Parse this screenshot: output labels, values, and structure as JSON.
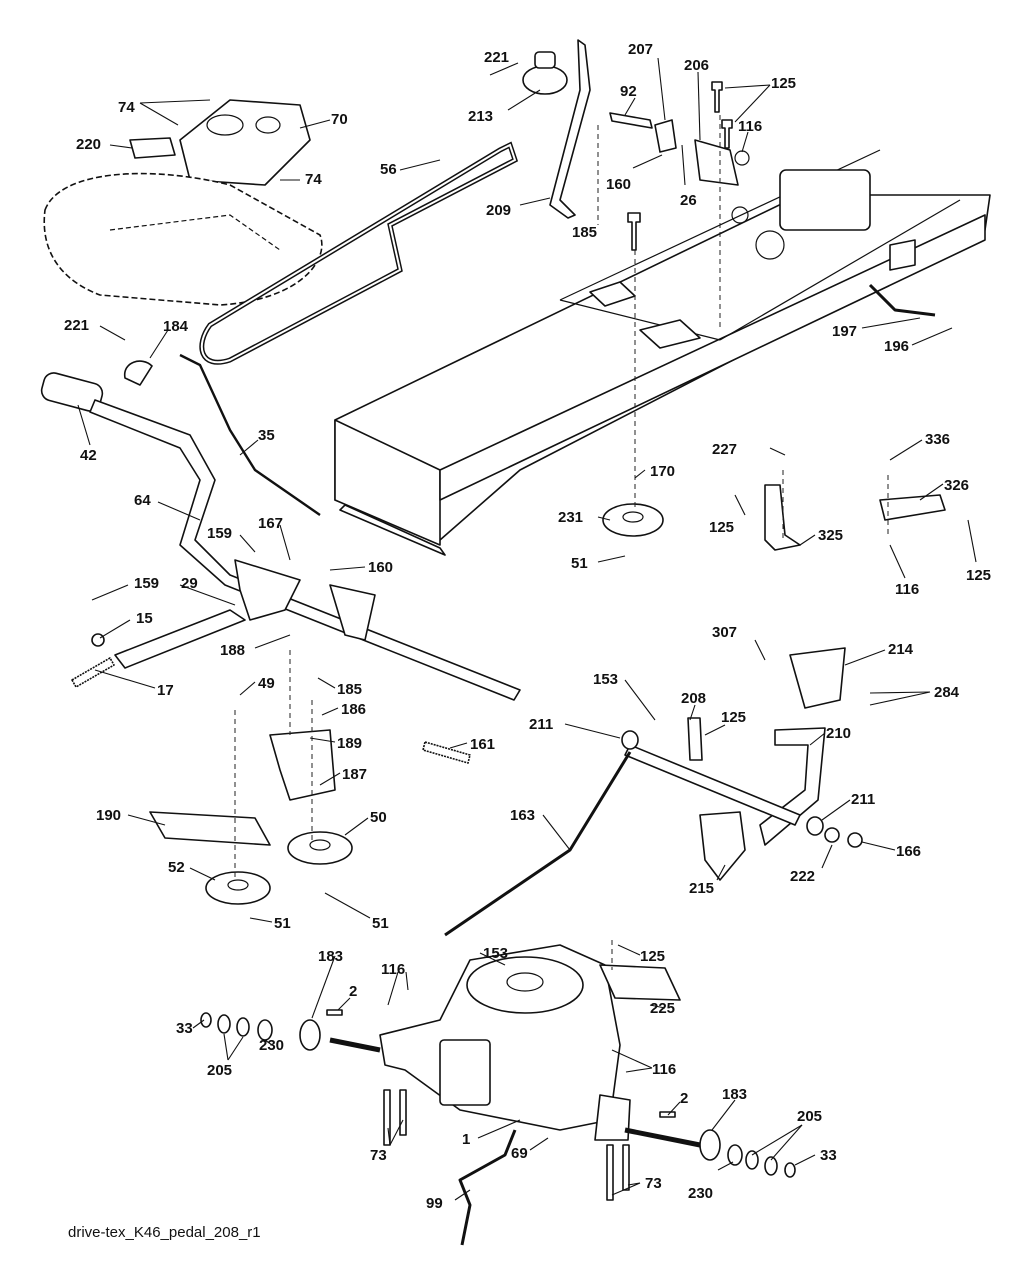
{
  "drawing_id": "drive-tex_K46_pedal_208_r1",
  "callouts": {
    "c221a": "221",
    "c213": "213",
    "c207": "207",
    "c92": "92",
    "c206": "206",
    "c125a": "125",
    "c116a": "116",
    "c160a": "160",
    "c26": "26",
    "c209": "209",
    "c185a": "185",
    "c74a": "74",
    "c70": "70",
    "c220": "220",
    "c74b": "74",
    "c56": "56",
    "c197": "197",
    "c196": "196",
    "c221b": "221",
    "c184": "184",
    "c42": "42",
    "c35": "35",
    "c64": "64",
    "c159a": "159",
    "c167": "167",
    "c160b": "160",
    "c159b": "159",
    "c29": "29",
    "c15": "15",
    "c17": "17",
    "c188": "188",
    "c227": "227",
    "c125b": "125",
    "c325": "325",
    "c170": "170",
    "c231": "231",
    "c51a": "51",
    "c336": "336",
    "c326": "326",
    "c116b": "116",
    "c125c": "125",
    "c49": "49",
    "c185b": "185",
    "c186": "186",
    "c189": "189",
    "c187": "187",
    "c161": "161",
    "c190": "190",
    "c50": "50",
    "c52": "52",
    "c51b": "51",
    "c51c": "51",
    "c307": "307",
    "c214": "214",
    "c284": "284",
    "c153a": "153",
    "c208": "208",
    "c125d": "125",
    "c211a": "211",
    "c210": "210",
    "c163": "163",
    "c211b": "211",
    "c215": "215",
    "c222": "222",
    "c166": "166",
    "c153b": "153",
    "c125e": "125",
    "c183a": "183",
    "c116c": "116",
    "c2a": "2",
    "c33a": "33",
    "c205a": "205",
    "c230a": "230",
    "c225": "225",
    "c116d": "116",
    "c2b": "2",
    "c183b": "183",
    "c1": "1",
    "c73a": "73",
    "c69": "69",
    "c205b": "205",
    "c33b": "33",
    "c73b": "73",
    "c230b": "230",
    "c99": "99"
  }
}
